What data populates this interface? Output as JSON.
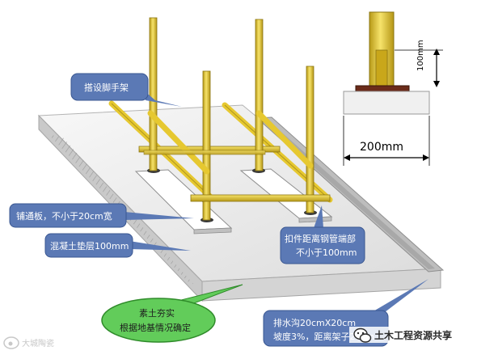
{
  "labels": {
    "scaffold": "搭设脚手架",
    "plank": "铺通板，不小于20cm宽",
    "concrete": "混凝土垫层100mm",
    "fastener_line1": "扣件距离钢管端部",
    "fastener_line2": "不小于100mm",
    "soil_line1": "素土夯实",
    "soil_line2": "根据地基情况确定",
    "drain_line1": "排水沟20cmX20cm",
    "drain_line2": "坡度3%，距离架子20cm"
  },
  "dimensions": {
    "width": "200mm",
    "height": "100mm"
  },
  "watermarks": {
    "left": "大城陶瓷",
    "right": "土木工程资源共享"
  },
  "colors": {
    "pole": "#e6c830",
    "pole_edge": "#8a7410",
    "callout_fill": "#5b79b5",
    "callout_edge": "#3a5791",
    "soil_fill": "#62cc5a",
    "ground_top": "#f2f2f2",
    "ground_side": "#bfbfbf"
  },
  "icons": {
    "left_watermark": "weibo-icon",
    "right_watermark": "wechat-icon"
  }
}
